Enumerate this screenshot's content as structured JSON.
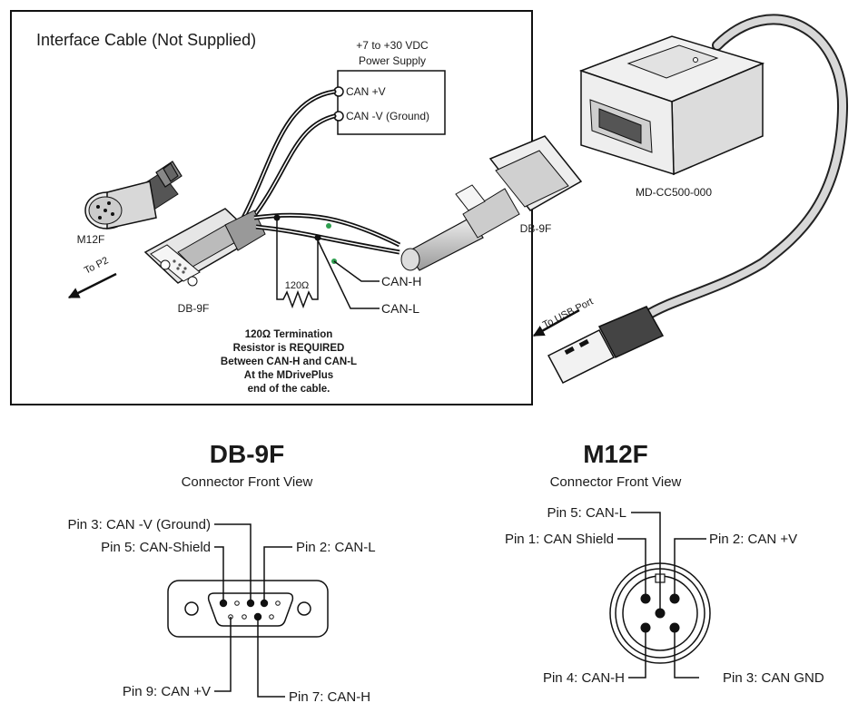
{
  "diagram": {
    "box_title": "Interface Cable (Not Supplied)",
    "power_supply": {
      "title_line1": "+7 to +30 VDC",
      "title_line2": "Power Supply",
      "can_pos": "CAN +V",
      "can_neg": "CAN -V (Ground)"
    },
    "labels": {
      "m12f": "M12F",
      "db9f_left": "DB-9F",
      "db9f_right": "DB-9F",
      "to_p2": "To P2",
      "resistor": "120Ω",
      "can_h": "CAN-H",
      "can_l": "CAN-L",
      "converter": "MD-CC500-000",
      "usb": "To USB Port"
    },
    "termination_note": [
      "120Ω Termination",
      "Resistor is REQUIRED",
      "Between CAN-H and CAN-L",
      "At the MDrivePlus",
      "end of the cable."
    ],
    "colors": {
      "wire": "#111111",
      "wire_highlight": "#ffffff",
      "node_green": "#2e9e4f",
      "cable_gray": "#c8c8c8"
    }
  },
  "db9f_view": {
    "title": "DB-9F",
    "subtitle": "Connector Front View",
    "pins": {
      "pin3": "Pin 3: CAN -V (Ground)",
      "pin5": "Pin 5: CAN-Shield",
      "pin2": "Pin 2: CAN-L",
      "pin9": "Pin 9: CAN +V",
      "pin7": "Pin 7: CAN-H"
    }
  },
  "m12f_view": {
    "title": "M12F",
    "subtitle": "Connector Front View",
    "pins": {
      "pin5": "Pin 5: CAN-L",
      "pin1": "Pin 1: CAN Shield",
      "pin2": "Pin 2: CAN +V",
      "pin4": "Pin 4: CAN-H",
      "pin3": "Pin 3: CAN GND"
    }
  }
}
